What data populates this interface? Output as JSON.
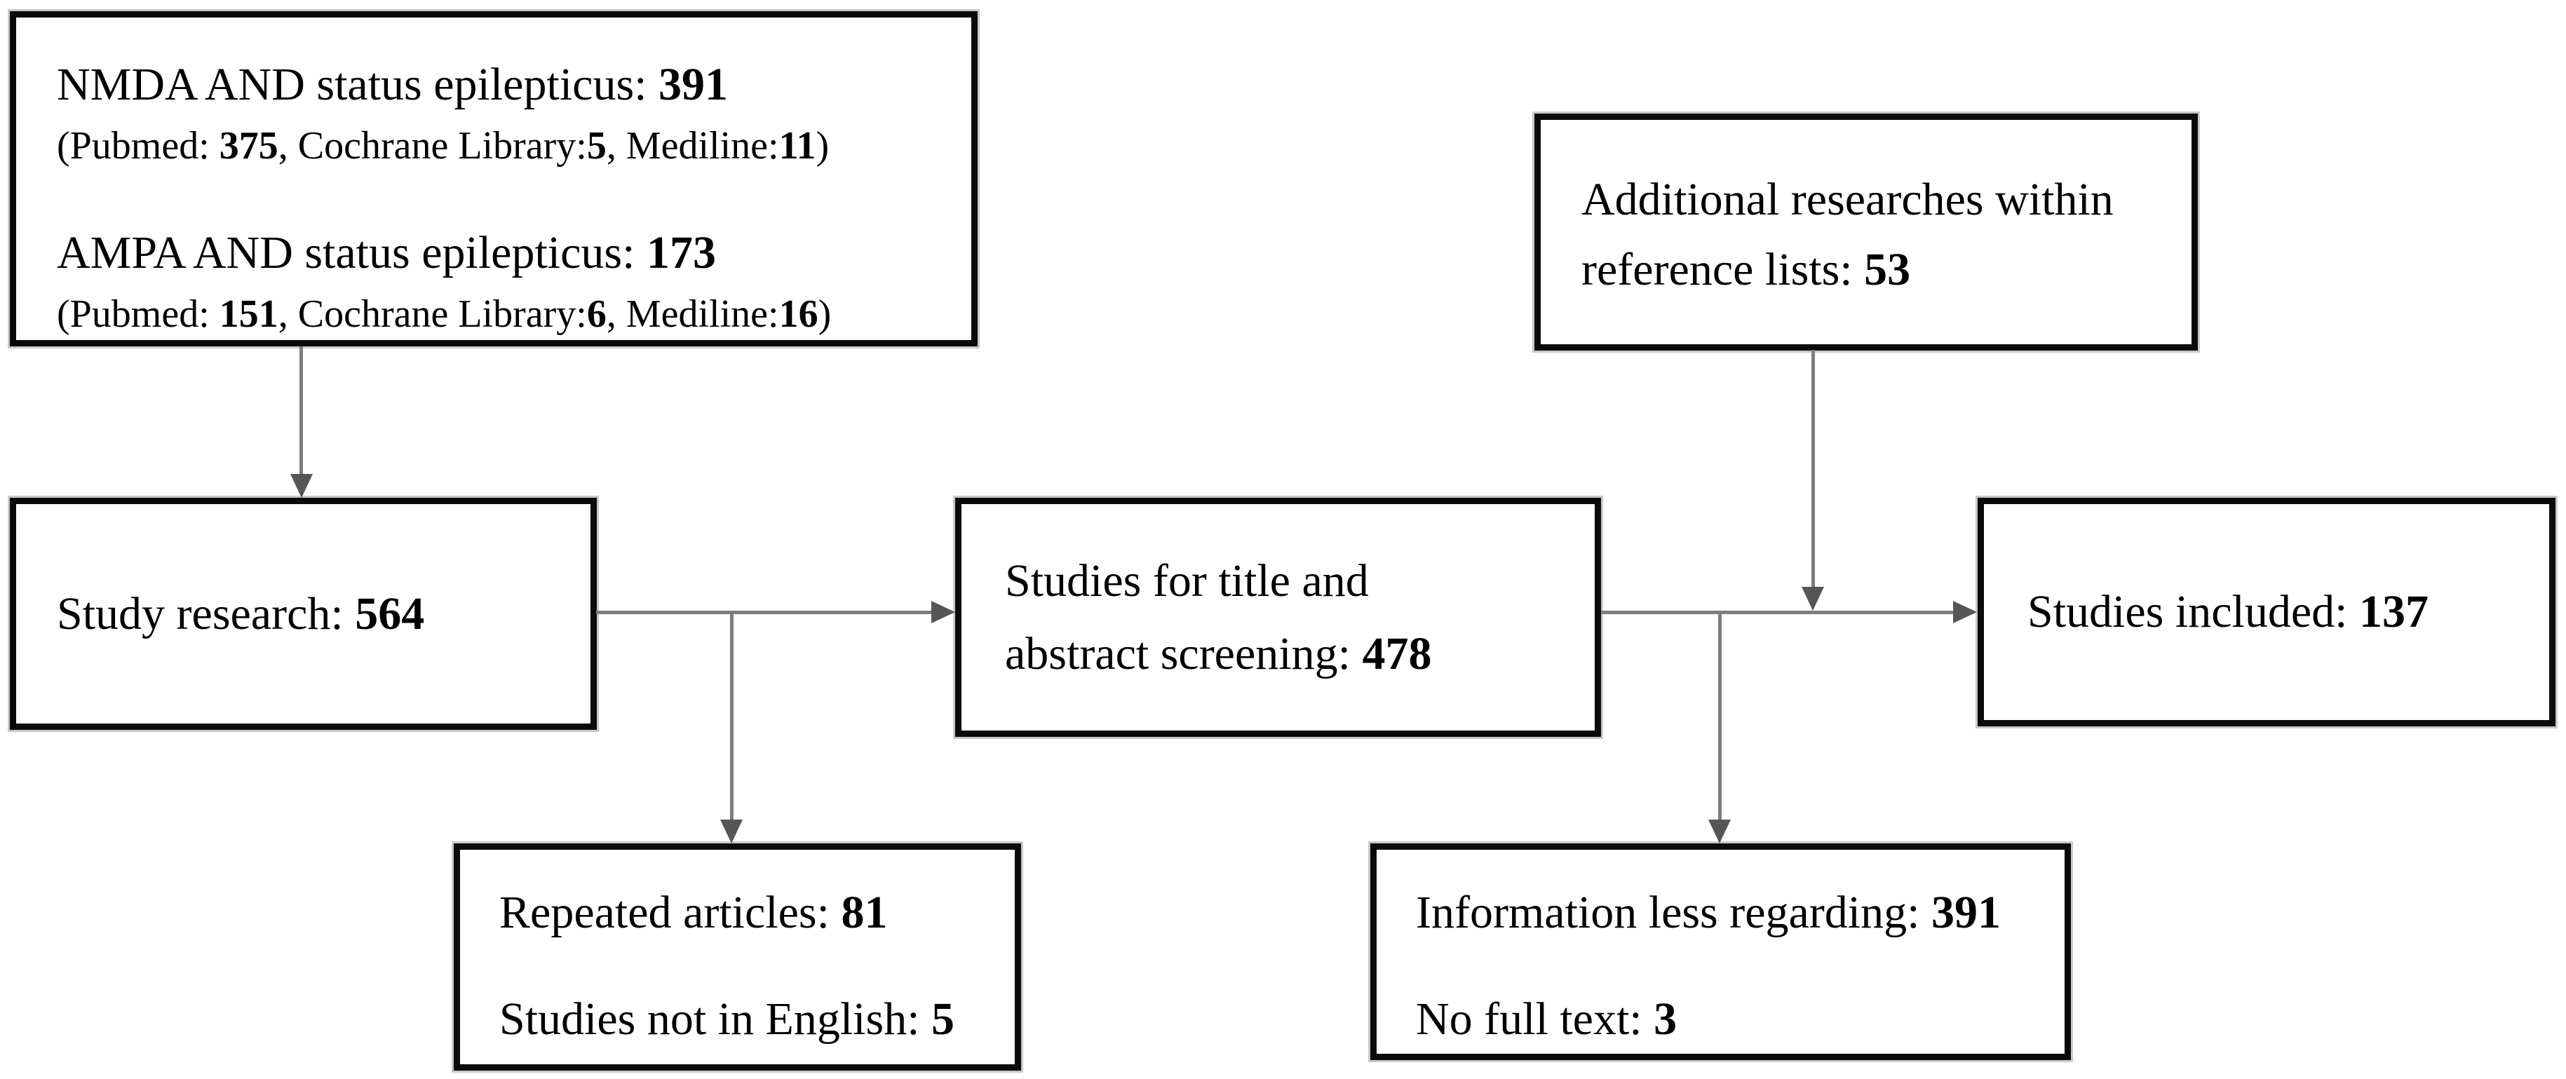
{
  "diagram": {
    "type": "flowchart",
    "colors": {
      "bg": "#ffffff",
      "border": "#0b0b0b",
      "line": "#7d7d7d",
      "head": "#565656",
      "text": "#000000"
    },
    "boxes": {
      "search_queries": {
        "nmda": [
          {
            "t": "NMDA AND status epilepticus: "
          },
          {
            "t": "391",
            "b": true
          }
        ],
        "nmda_sources": [
          {
            "t": "(Pubmed: "
          },
          {
            "t": "375",
            "b": true
          },
          {
            "t": ", Cochrane Library:"
          },
          {
            "t": "5",
            "b": true
          },
          {
            "t": ", Mediline:"
          },
          {
            "t": "11",
            "b": true
          },
          {
            "t": ")"
          }
        ],
        "ampa": [
          {
            "t": "AMPA AND status epilepticus: "
          },
          {
            "t": "173",
            "b": true
          }
        ],
        "ampa_sources": [
          {
            "t": "(Pubmed: "
          },
          {
            "t": "151",
            "b": true
          },
          {
            "t": ", Cochrane Library:"
          },
          {
            "t": "6",
            "b": true
          },
          {
            "t": ", Mediline:"
          },
          {
            "t": "16",
            "b": true
          },
          {
            "t": ")"
          }
        ]
      },
      "additional_references": {
        "line1": [
          {
            "t": "Additional researches within"
          }
        ],
        "line2": [
          {
            "t": "reference lists: "
          },
          {
            "t": "53",
            "b": true
          }
        ]
      },
      "study_research": {
        "line1": [
          {
            "t": "Study research: "
          },
          {
            "t": "564",
            "b": true
          }
        ]
      },
      "screening": {
        "line1": [
          {
            "t": "Studies for title and"
          }
        ],
        "line2": [
          {
            "t": "abstract screening: "
          },
          {
            "t": "478",
            "b": true
          }
        ]
      },
      "included": {
        "line1": [
          {
            "t": "Studies included: "
          },
          {
            "t": "137",
            "b": true
          }
        ]
      },
      "repeated_articles": {
        "line1": [
          {
            "t": "Repeated articles: "
          },
          {
            "t": "81",
            "b": true
          }
        ],
        "line2": [
          {
            "t": "Studies not in English: "
          },
          {
            "t": "5",
            "b": true
          }
        ]
      },
      "excluded": {
        "line1": [
          {
            "t": "Information less regarding: "
          },
          {
            "t": "391",
            "b": true
          }
        ],
        "line2": [
          {
            "t": "No full text: "
          },
          {
            "t": "3",
            "b": true
          }
        ]
      }
    }
  }
}
